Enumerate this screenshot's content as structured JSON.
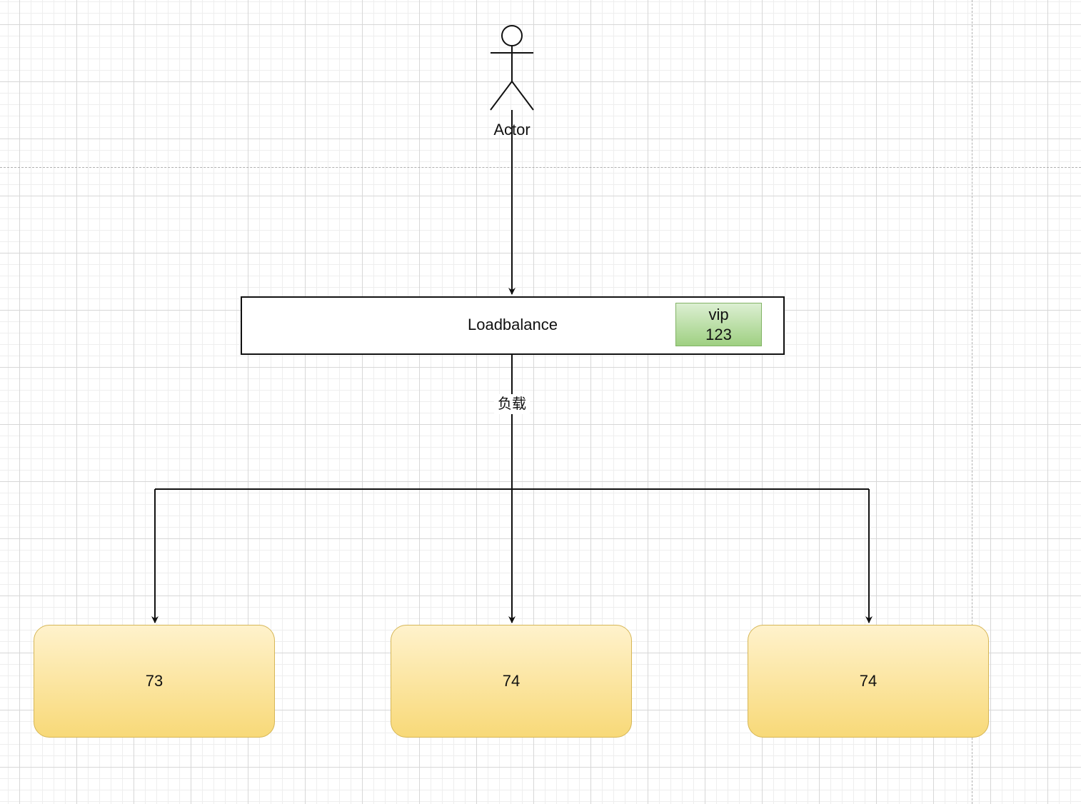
{
  "actor": {
    "label": "Actor"
  },
  "loadbalancer": {
    "label": "Loadbalance",
    "vip": {
      "line1": "vip",
      "line2": "123"
    }
  },
  "edge_label": "负载",
  "servers": [
    {
      "label": "73"
    },
    {
      "label": "74"
    },
    {
      "label": "74"
    }
  ],
  "colors": {
    "line": "#111111",
    "server_fill_top": "#fff2cc",
    "server_fill_bottom": "#f8d978",
    "server_border": "#d6b656",
    "vip_fill_top": "#dcefd2",
    "vip_fill_bottom": "#9fd082",
    "vip_border": "#82b366"
  }
}
